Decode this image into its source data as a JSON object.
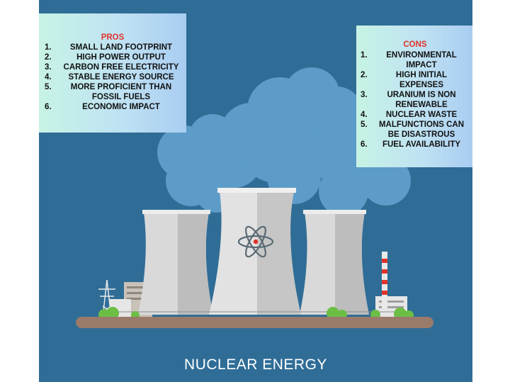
{
  "pros": {
    "title": "PROS",
    "items": [
      {
        "num": "1.",
        "text": "SMALL LAND FOOTPRINT"
      },
      {
        "num": "2.",
        "text": "HIGH POWER OUTPUT"
      },
      {
        "num": "3.",
        "text": "CARBON FREE ELECTRICITY"
      },
      {
        "num": "4.",
        "text": "STABLE ENERGY SOURCE"
      },
      {
        "num": "5.",
        "text": "MORE PROFICIENT THAN FOSSIL FUELS"
      },
      {
        "num": "6.",
        "text": "ECONOMIC IMPACT"
      }
    ]
  },
  "cons": {
    "title": "CONS",
    "items": [
      {
        "num": "1.",
        "text": "ENVIRONMENTAL IMPACT"
      },
      {
        "num": "2.",
        "text": "HIGH INITIAL EXPENSES"
      },
      {
        "num": "3.",
        "text": "URANIUM IS NON RENEWABLE"
      },
      {
        "num": "4.",
        "text": "NUCLEAR WASTE"
      },
      {
        "num": "5.",
        "text": "MALFUNCTIONS CAN BE DISASTROUS"
      },
      {
        "num": "6.",
        "text": "FUEL AVAILABILITY"
      }
    ]
  },
  "footer": {
    "title": "NUCLEAR ENERGY"
  },
  "colors": {
    "background": "#2f6d97",
    "smoke": "#5d9cc8",
    "tower": "#d9d9d9",
    "tower_shade": "#bdbdbd",
    "ground": "#9a7a6b",
    "grass": "#6cbe45",
    "accent_red": "#e0332b"
  },
  "icons": [
    "atom-icon",
    "power-pylon-icon",
    "chimney-icon",
    "factory-building-icon"
  ]
}
